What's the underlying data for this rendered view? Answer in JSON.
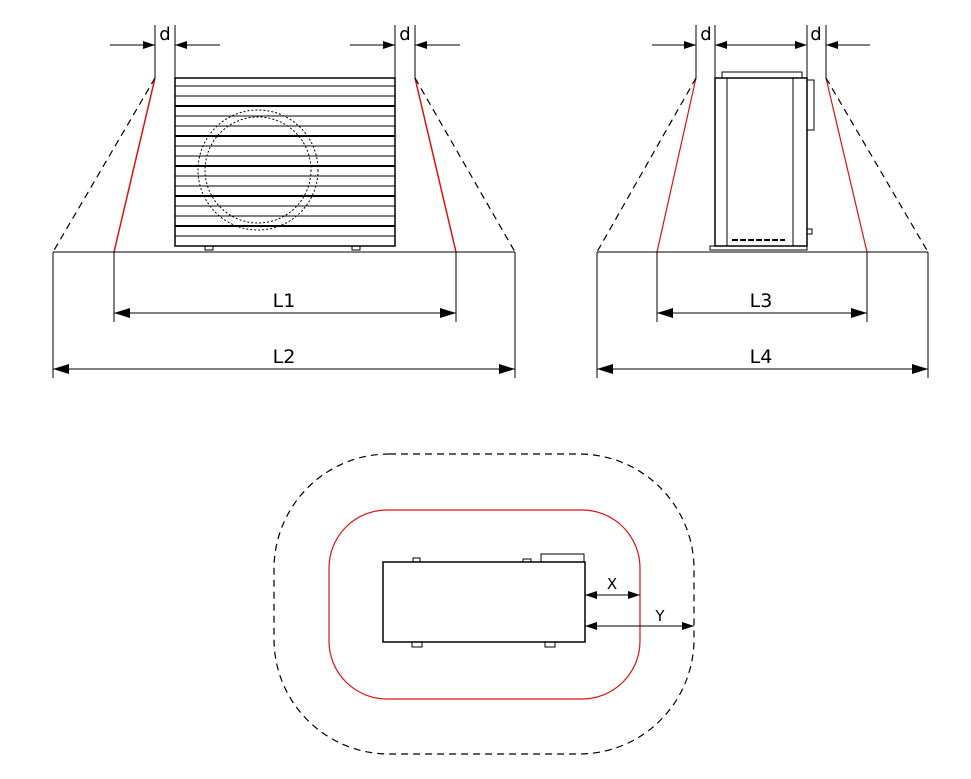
{
  "labels": {
    "d": "d",
    "L1": "L1",
    "L2": "L2",
    "L3": "L3",
    "L4": "L4",
    "X": "X",
    "Y": "Y"
  },
  "colors": {
    "line": "#000000",
    "danger_zone": "#e01010",
    "background": "#ffffff"
  }
}
